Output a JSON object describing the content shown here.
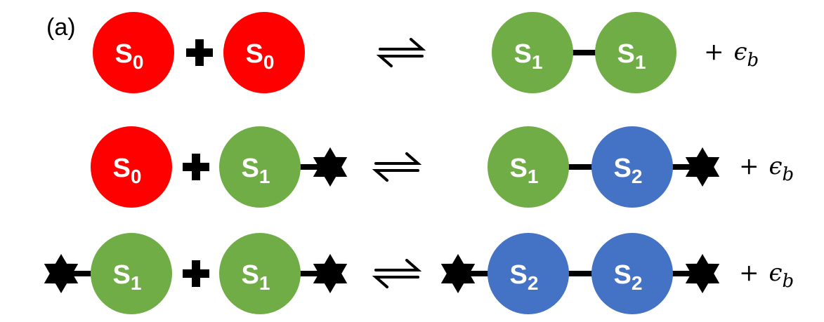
{
  "panel_label": "(a)",
  "colors": {
    "S0": "#ff0000",
    "S1": "#70ad47",
    "S2": "#4472c4",
    "ink": "#000000"
  },
  "reactions": [
    {
      "reactants": [
        {
          "main": "S",
          "sub": "0",
          "state": "S0",
          "left_star": false,
          "right_star": false
        },
        {
          "main": "S",
          "sub": "0",
          "state": "S0",
          "left_star": false,
          "right_star": false
        }
      ],
      "products": [
        {
          "main": "S",
          "sub": "1",
          "state": "S1",
          "left_star": false,
          "right_star": false
        },
        {
          "main": "S",
          "sub": "1",
          "state": "S1",
          "left_star": false,
          "right_star": false
        }
      ],
      "energy": {
        "plus": "+",
        "symbol": "ϵ",
        "sub": "b"
      }
    },
    {
      "reactants": [
        {
          "main": "S",
          "sub": "0",
          "state": "S0",
          "left_star": false,
          "right_star": false
        },
        {
          "main": "S",
          "sub": "1",
          "state": "S1",
          "left_star": false,
          "right_star": true
        }
      ],
      "products": [
        {
          "main": "S",
          "sub": "1",
          "state": "S1",
          "left_star": false,
          "right_star": false
        },
        {
          "main": "S",
          "sub": "2",
          "state": "S2",
          "left_star": false,
          "right_star": true
        }
      ],
      "energy": {
        "plus": "+",
        "symbol": "ϵ",
        "sub": "b"
      }
    },
    {
      "reactants": [
        {
          "main": "S",
          "sub": "1",
          "state": "S1",
          "left_star": true,
          "right_star": false
        },
        {
          "main": "S",
          "sub": "1",
          "state": "S1",
          "left_star": false,
          "right_star": true
        }
      ],
      "products": [
        {
          "main": "S",
          "sub": "2",
          "state": "S2",
          "left_star": true,
          "right_star": false
        },
        {
          "main": "S",
          "sub": "2",
          "state": "S2",
          "left_star": false,
          "right_star": true
        }
      ],
      "energy": {
        "plus": "+",
        "symbol": "ϵ",
        "sub": "b"
      }
    }
  ]
}
